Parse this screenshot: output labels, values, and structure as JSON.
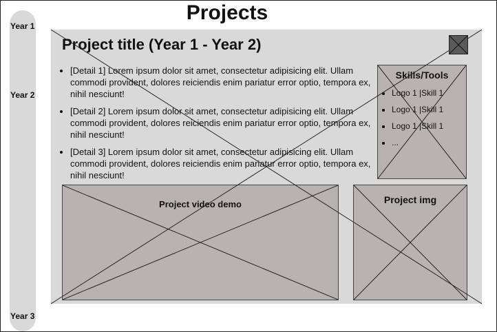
{
  "page": {
    "title": "Projects"
  },
  "timeline": {
    "years": [
      "Year 1",
      "Year 2",
      "Year 3"
    ]
  },
  "card": {
    "title": "Project title (Year 1 - Year 2)",
    "details": [
      "[Detail 1] Lorem ipsum dolor sit amet, consectetur adipisicing elit. Ullam commodi provident, dolores reiciendis enim pariatur error optio, tempora ex, nihil nesciunt!",
      "[Detail 2]  Lorem ipsum dolor sit amet, consectetur adipisicing elit. Ullam commodi provident, dolores reiciendis enim pariatur error optio, tempora ex, nihil nesciunt!",
      "[Detail 3]  Lorem ipsum dolor sit amet, consectetur adipisicing elit. Ullam commodi provident, dolores reiciendis enim pariatur error optio, tempora ex, nihil nesciunt!"
    ],
    "skills": {
      "title": "Skills/Tools",
      "items": [
        "Logo 1 |Skill 1",
        "Logo 1 |Skill 1",
        "Logo 1 |Skill 1",
        "..."
      ]
    },
    "video_label": "Project video demo",
    "image_label": "Project img",
    "close_icon": "close-icon"
  }
}
